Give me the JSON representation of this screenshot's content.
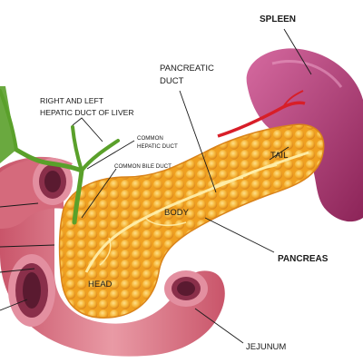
{
  "labels": {
    "spleen": "SPLEEN",
    "pancreatic_duct_line1": "PANCREATIC",
    "pancreatic_duct_line2": "DUCT",
    "hepatic_duct_line1": "RIGHT AND LEFT",
    "hepatic_duct_line2": "HEPATIC DUCT OF LIVER",
    "common_hepatic_line1": "COMMON",
    "common_hepatic_line2": "HEPATIC DUCT",
    "common_bile": "COMMON BILE DUCT",
    "tail": "TAIL",
    "body": "BODY",
    "pancreas": "PANCREAS",
    "head": "HEAD",
    "jejunum": "JEJUNUM"
  },
  "colors": {
    "pancreas": "#f0a020",
    "pancreas_lobule": "#f7c24a",
    "spleen": "#b83c7e",
    "intestine": "#d97a8a",
    "intestine_inner": "#8a2f4a",
    "ducts": "#5aa02a",
    "artery": "#d81e28"
  }
}
